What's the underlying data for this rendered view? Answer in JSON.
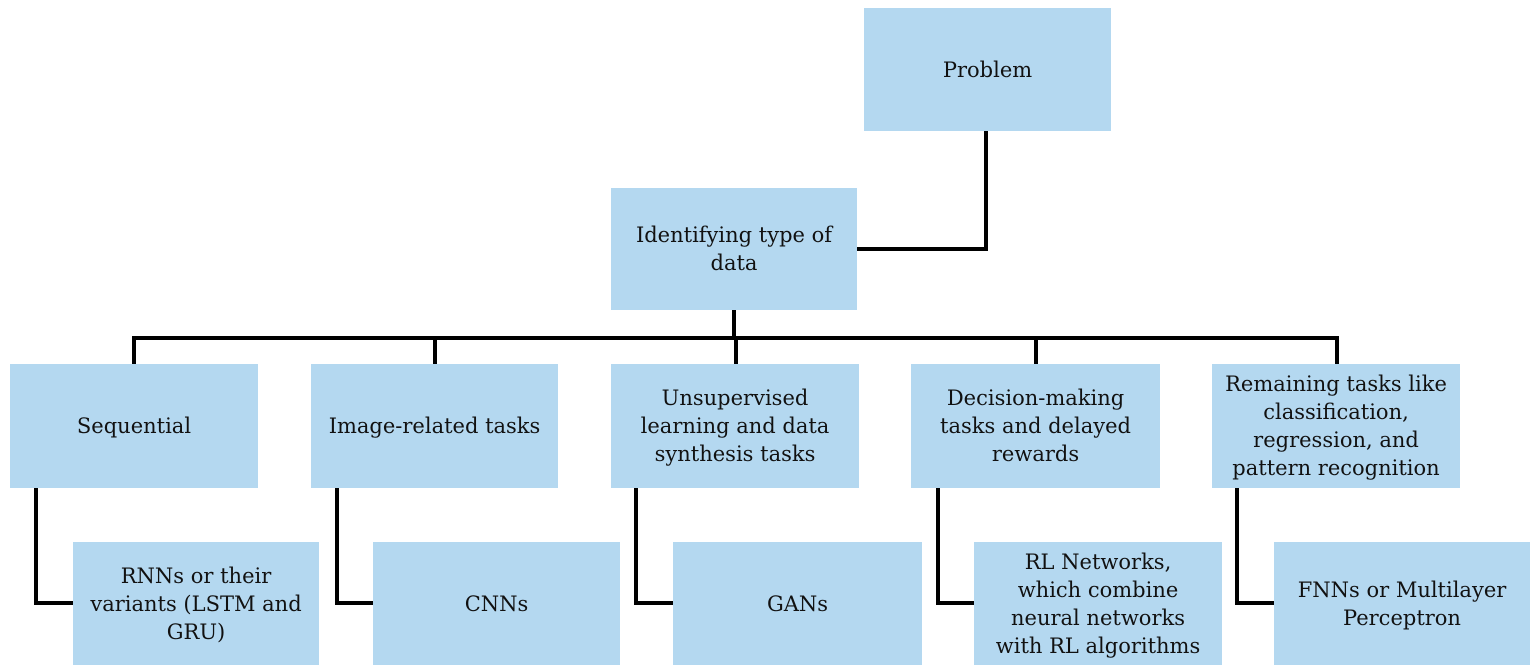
{
  "diagram": {
    "type": "flowchart",
    "root": {
      "id": "problem",
      "label": "Problem"
    },
    "level1": {
      "id": "identify",
      "label": "Identifying type of data"
    },
    "categories": [
      {
        "id": "sequential",
        "label": "Sequential",
        "model": "RNNs  or their variants (LSTM and GRU)"
      },
      {
        "id": "image",
        "label": "Image-related tasks",
        "model": "CNNs"
      },
      {
        "id": "unsupervised",
        "label": "Unsupervised learning and data synthesis tasks",
        "model": "GANs"
      },
      {
        "id": "decision",
        "label": "Decision-making tasks and delayed rewards",
        "model": "RL Networks, which combine neural networks with RL algorithms"
      },
      {
        "id": "remaining",
        "label": "Remaining tasks like classification, regression, and pattern recognition",
        "model": "FNNs or Multilayer Perceptron"
      }
    ],
    "colors": {
      "box_fill": "#b4d8f0",
      "connector": "#000000",
      "text": "#111111"
    }
  }
}
